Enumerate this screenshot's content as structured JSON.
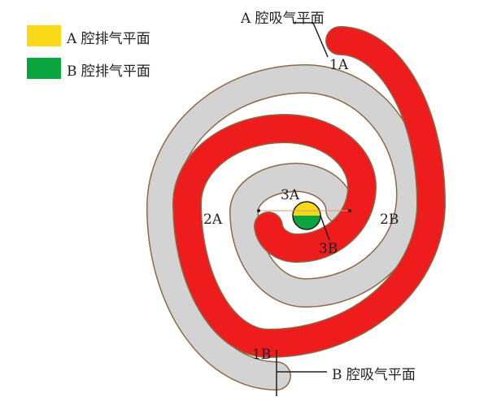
{
  "legend": [
    {
      "label": "A 腔排气平面",
      "color": "#f8d817"
    },
    {
      "label": "B 腔排气平面",
      "color": "#0aa53f"
    }
  ],
  "labels": {
    "a_suction": "A 腔吸气平面",
    "b_suction": "B 腔吸气平面",
    "p1a": "1A",
    "p1b": "1B",
    "p2a": "2A",
    "p2b": "2B",
    "p3a": "3A",
    "p3b": "3B"
  },
  "colors": {
    "red_scroll": "#ee1c1c",
    "gray_scroll": "#d3d3d3",
    "outline": "#8b6a47"
  }
}
